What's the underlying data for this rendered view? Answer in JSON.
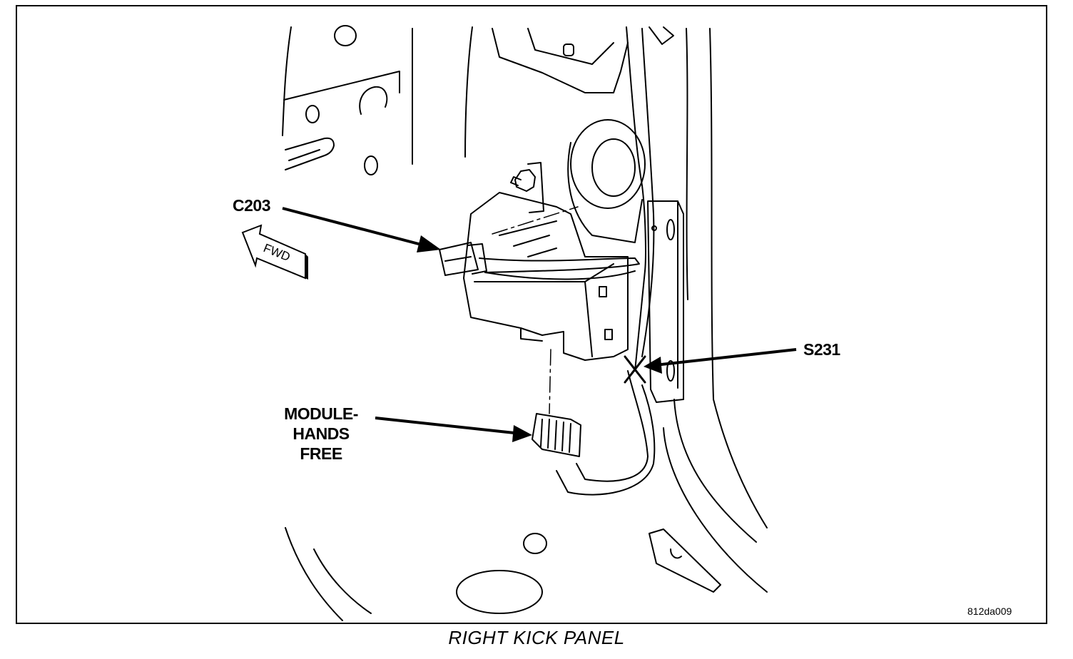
{
  "labels": {
    "c203": "C203",
    "s231": "S231",
    "module_line1": "MODULE-",
    "module_line2": "HANDS",
    "module_line3": "FREE",
    "fwd": "FWD"
  },
  "figure_id": "812da009",
  "caption": "RIGHT KICK PANEL"
}
